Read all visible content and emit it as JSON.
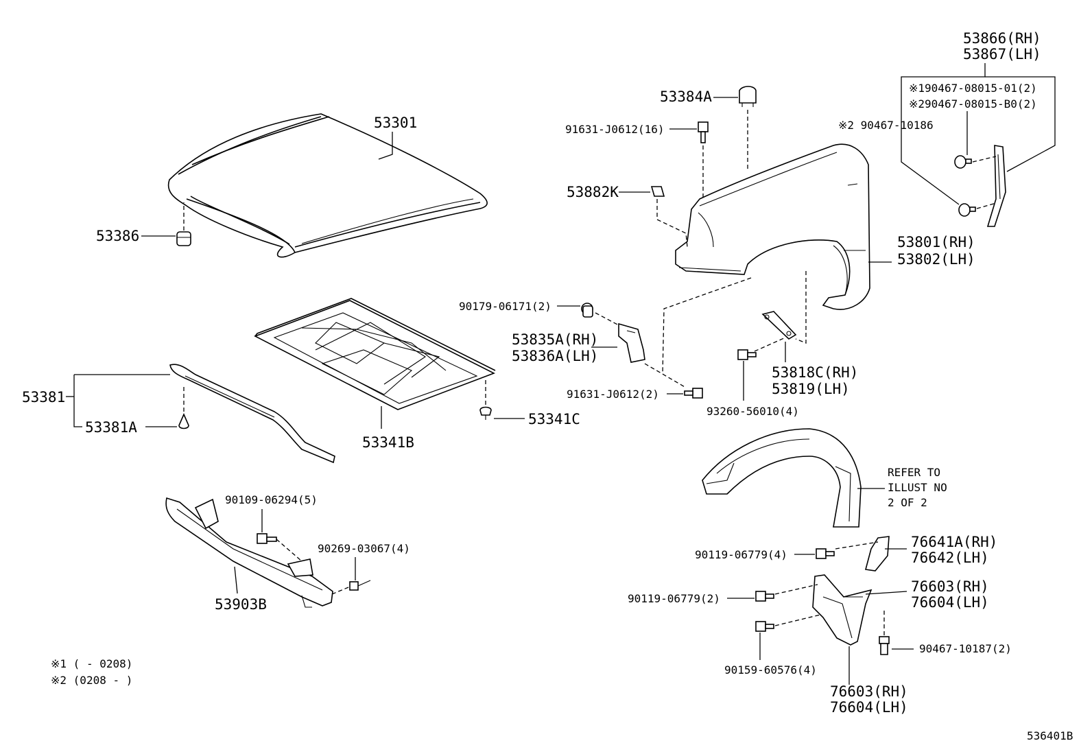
{
  "labels": {
    "p53301": "53301",
    "p53386": "53386",
    "p53381": "53381",
    "p53381A": "53381A",
    "p53341B": "53341B",
    "p53341C": "53341C",
    "p53903B": "53903B",
    "p90109": "90109-06294(5)",
    "p90269": "90269-03067(4)",
    "p53384A": "53384A",
    "p91631a": "91631-J0612(16)",
    "p53882K": "53882K",
    "p90179": "90179-06171(2)",
    "p53835A": "53835A(RH)",
    "p53836A": "53836A(LH)",
    "p91631b": "91631-J0612(2)",
    "p53801": "53801(RH)",
    "p53802": "53802(LH)",
    "p53818C": "53818C(RH)",
    "p53819": "53819(LH)",
    "p93260": "93260-56010(4)",
    "p53866": "53866(RH)",
    "p53867": "53867(LH)",
    "p90467a": "※190467-08015-01(2)",
    "p90467b": "※290467-08015-B0(2)",
    "p90467c": "※2 90467-10186",
    "refer1": "REFER TO",
    "refer2": "ILLUST NO",
    "refer3": "2 OF 2",
    "p76641A": "76641A(RH)",
    "p76642": "76642(LH)",
    "p90119a": "90119-06779(4)",
    "p76603a": "76603(RH)",
    "p76604a": "76604(LH)",
    "p90119b": "90119-06779(2)",
    "p90467d": "90467-10187(2)",
    "p90159": "90159-60576(4)",
    "p76603b": "76603(RH)",
    "p76604b": "76604(LH)"
  },
  "notes": {
    "note1": "※1 (    - 0208)",
    "note2": "※2 (0208 -    )"
  },
  "figure_id": "536401B"
}
